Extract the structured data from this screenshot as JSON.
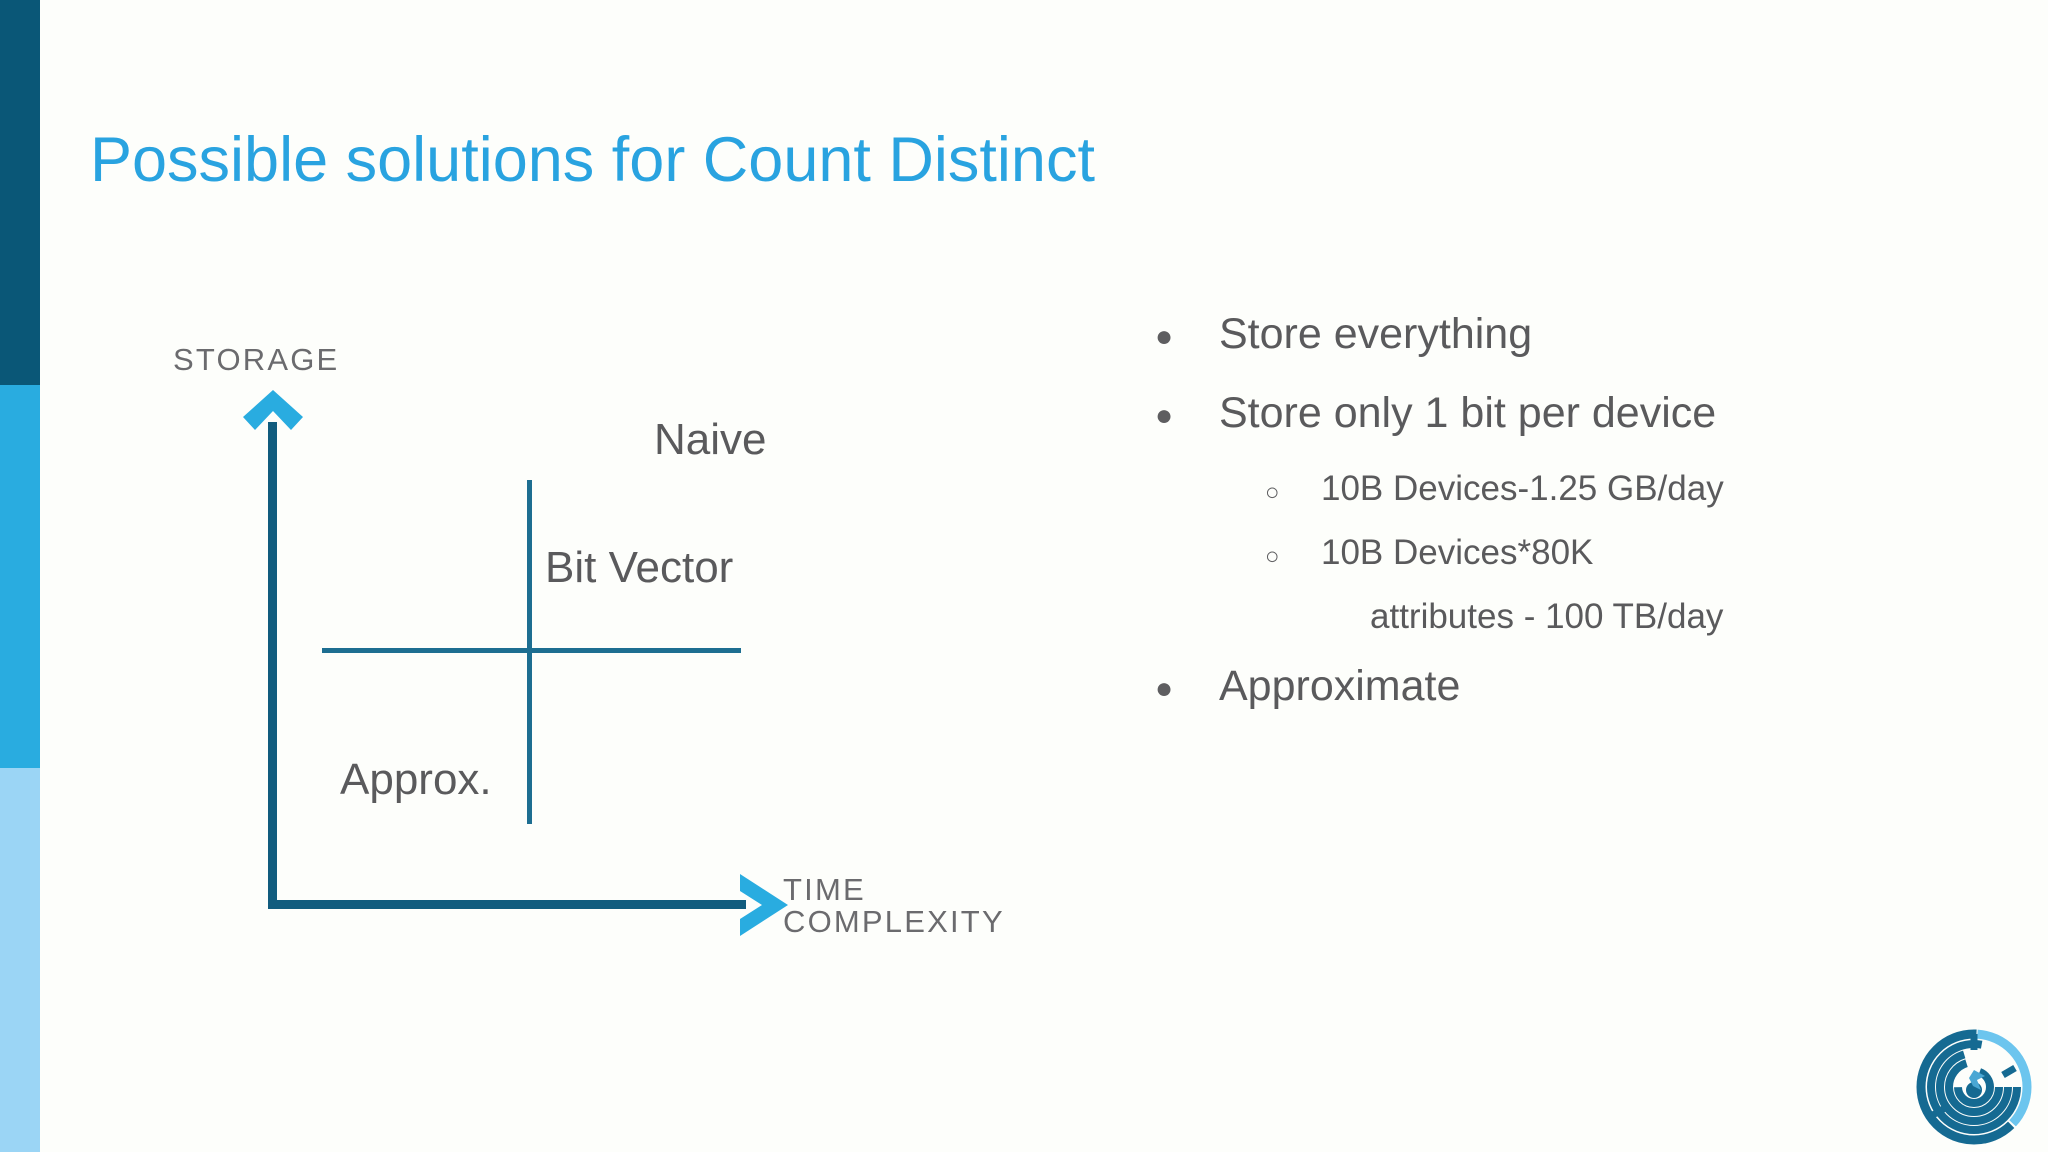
{
  "slide": {
    "title": "Possible solutions for Count Distinct",
    "background_color": "#fdfefb",
    "title_color": "#29a3e0"
  },
  "sidebar": {
    "bands": [
      {
        "name": "band-dark-teal",
        "color": "#0a5777"
      },
      {
        "name": "band-medium-blue",
        "color": "#29ace0"
      },
      {
        "name": "band-light-blue",
        "color": "#9bd5f5"
      }
    ]
  },
  "diagram": {
    "y_axis_label": "STORAGE",
    "x_axis_label_line1": "TIME",
    "x_axis_label_line2": "COMPLEXITY",
    "axis_color": "#115c7e",
    "arrow_color": "#29ace0",
    "cross_color": "#1d6e91",
    "quadrant_labels": [
      {
        "name": "naive",
        "text": "Naive"
      },
      {
        "name": "bit-vector",
        "text": "Bit Vector"
      },
      {
        "name": "approx",
        "text": "Approx."
      }
    ]
  },
  "bullets": [
    {
      "level": 1,
      "marker": "●",
      "text": "Store everything"
    },
    {
      "level": 1,
      "marker": "●",
      "text": "Store only 1 bit per device"
    },
    {
      "level": 2,
      "marker": "○",
      "text": "10B Devices-1.25 GB/day"
    },
    {
      "level": 2,
      "marker": "○",
      "text": "10B Devices*80K"
    },
    {
      "level": 3,
      "marker": "",
      "text": "attributes - 100 TB/day"
    },
    {
      "level": 1,
      "marker": "●",
      "text": "Approximate"
    }
  ],
  "logo": {
    "name": "maze-logo",
    "outer_color": "#6cc5ee",
    "inner_color": "#156a92"
  }
}
